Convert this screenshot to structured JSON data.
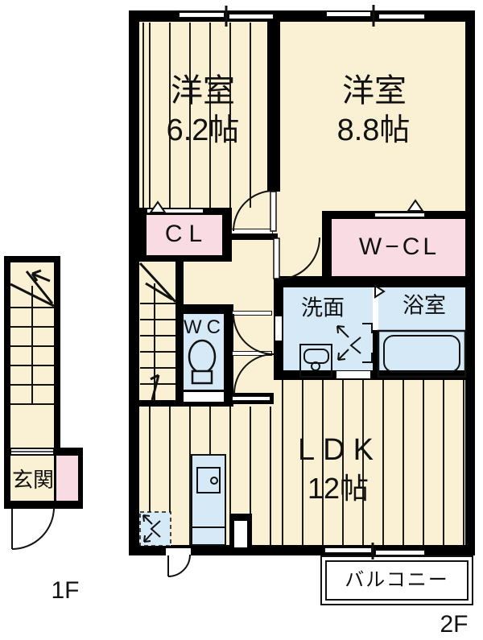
{
  "plan": {
    "title": "apartment-floorplan",
    "floor_labels": {
      "first": "1F",
      "second": "2F"
    },
    "rooms": {
      "bedroom1": {
        "name": "洋室",
        "size": "6.2帖"
      },
      "bedroom2": {
        "name": "洋室",
        "size": "8.8帖"
      },
      "ldk": {
        "name": "LDK",
        "size": "12帖"
      },
      "closet": "CL",
      "walk_in_closet": "W−CL",
      "toilet": "WC",
      "washroom": "洗面",
      "bathroom": "浴室",
      "entrance": "玄関",
      "balcony": "バルコニー"
    },
    "icons": {
      "toilet": "toilet-icon",
      "bathtub": "bathtub-icon",
      "sink": "sink-icon",
      "kitchen": "kitchen-counter-icon",
      "refrigerator_space": "refrigerator-space-icon",
      "washing_machine_space": "washing-machine-space-icon",
      "stairs": "stairs-icon"
    },
    "colors": {
      "floor": "#FAF0D4",
      "closet": "#F9DCE3",
      "wet_area": "#D5E9F6",
      "wall": "#000000",
      "background": "#FFFFFF"
    }
  }
}
